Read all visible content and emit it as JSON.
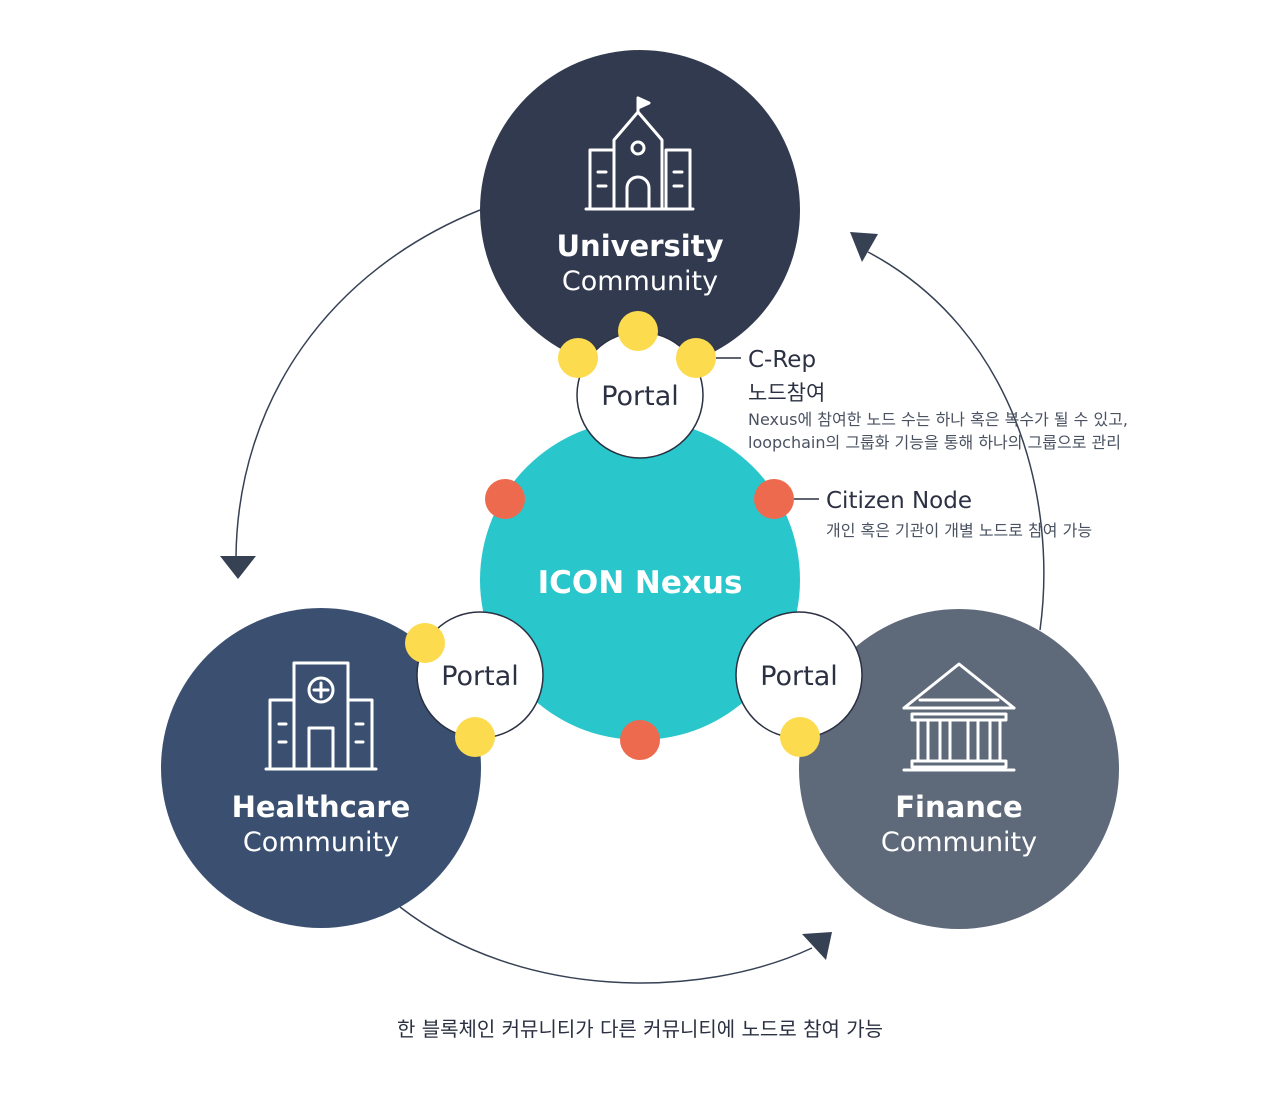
{
  "colors": {
    "university": "#313a4f",
    "healthcare": "#3b5071",
    "finance": "#5e697a",
    "nexus": "#29c6cb",
    "portal": "#ffffff",
    "crep_dot": "#fddb4e",
    "citizen_dot": "#ee6a4f",
    "arrow": "#364154",
    "text_dark": "#2b3142",
    "text_muted": "#4a5262"
  },
  "communities": {
    "university": {
      "title": "University",
      "subtitle": "Community",
      "icon": "school-icon"
    },
    "healthcare": {
      "title": "Healthcare",
      "subtitle": "Community",
      "icon": "hospital-icon"
    },
    "finance": {
      "title": "Finance",
      "subtitle": "Community",
      "icon": "bank-icon"
    }
  },
  "nexus": {
    "label": "ICON Nexus"
  },
  "portals": {
    "top": "Portal",
    "left": "Portal",
    "right": "Portal"
  },
  "annotations": {
    "crep": {
      "title": "C-Rep",
      "subtitle": "노드참여",
      "desc_line1": "Nexus에 참여한 노드 수는 하나 혹은 복수가 될 수 있고,",
      "desc_line2": "loopchain의 그룹화 기능을 통해 하나의 그룹으로 관리"
    },
    "citizen": {
      "title": "Citizen Node",
      "desc": "개인 혹은 기관이 개별 노드로 참여 가능"
    }
  },
  "caption": "한 블록체인 커뮤니티가 다른 커뮤니티에 노드로 참여 가능"
}
